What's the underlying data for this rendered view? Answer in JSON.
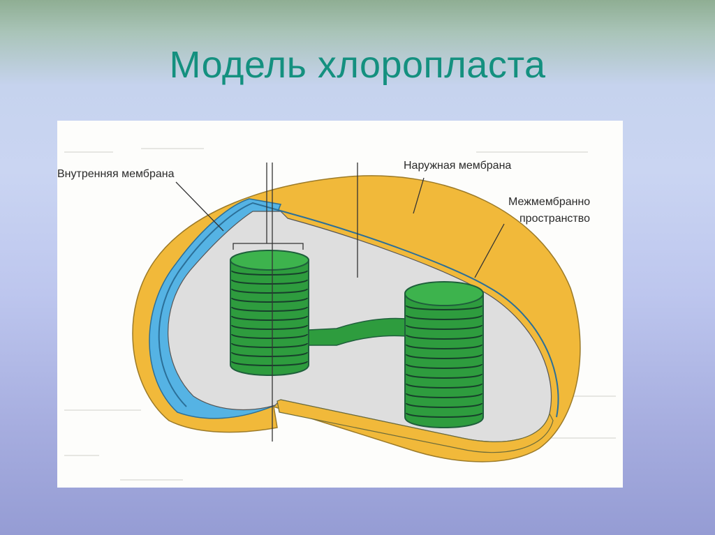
{
  "slide": {
    "title": "Модель хлоропласта"
  },
  "diagram": {
    "labels": {
      "inner_membrane": "Внутренняя мембрана",
      "outer_membrane": "Наружная мембрана",
      "intermembrane_line1": "Межмембранно",
      "intermembrane_line2": "пространство"
    }
  },
  "colors": {
    "title": "#14907f",
    "outer_membrane": "#f1b93a",
    "intermembrane_space": "#55b3e4",
    "stroma": "#dedede",
    "grana": "#2e9c3e",
    "grana_dark": "#1f5f3c"
  }
}
